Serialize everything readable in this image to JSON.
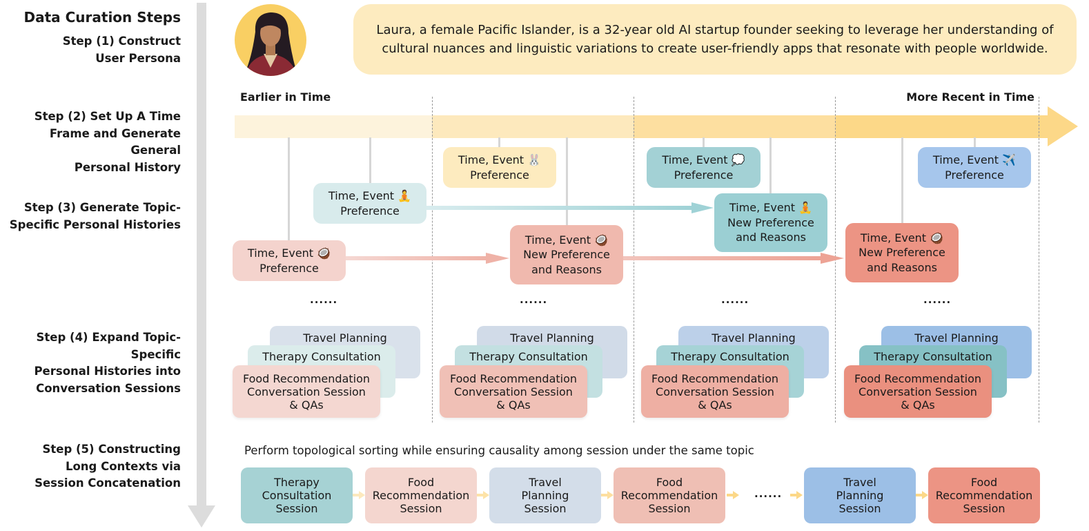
{
  "title": "Data Curation Steps",
  "steps": [
    [
      "Step (1) Construct",
      "User Persona"
    ],
    [
      "Step (2) Set Up A Time",
      "Frame and Generate General",
      "Personal History"
    ],
    [
      "Step (3) Generate Topic-",
      "Specific Personal Histories"
    ],
    [
      "Step (4) Expand Topic-Specific",
      "Personal Histories into",
      "Conversation Sessions"
    ],
    [
      "Step (5) Constructing",
      "Long Contexts via",
      "Session Concatenation"
    ]
  ],
  "persona": {
    "line1": "Laura, a female Pacific Islander, is a 32-year old AI startup founder seeking to leverage her understanding of",
    "line2": "cultural nuances and linguistic variations to create user-friendly apps that resonate with people worldwide."
  },
  "timeline": {
    "earlier": "Earlier in Time",
    "recent": "More Recent in Time"
  },
  "events": {
    "e1": [
      "Time, Event 🐰",
      "Preference"
    ],
    "e2": [
      "Time, Event 💭",
      "Preference"
    ],
    "e3": [
      "Time, Event ✈️",
      "Preference"
    ],
    "e4": [
      "Time, Event 🧘",
      "Preference"
    ],
    "e5": [
      "Time, Event 🧘",
      "New Preference",
      "and Reasons"
    ],
    "e6": [
      "Time, Event 🥥",
      "Preference"
    ],
    "e7": [
      "Time, Event 🥥",
      "New Preference",
      "and Reasons"
    ],
    "e8": [
      "Time, Event 🥥",
      "New Preference",
      "and Reasons"
    ]
  },
  "ellipsis": "......",
  "cards": {
    "travel": "Travel Planning",
    "therapy": "Therapy Consultation",
    "food": [
      "Food Recommendation",
      "Conversation Session",
      "& QAs"
    ]
  },
  "topo_text": "Perform topological sorting while ensuring causality among session under the same topic",
  "sessions": [
    [
      "Therapy",
      "Consultation",
      "Session"
    ],
    [
      "Food",
      "Recommendation",
      "Session"
    ],
    [
      "Travel",
      "Planning",
      "Session"
    ],
    [
      "Food",
      "Recommendation",
      "Session"
    ],
    [
      "Travel",
      "Planning",
      "Session"
    ],
    [
      "Food",
      "Recommendation",
      "Session"
    ]
  ],
  "colors": {
    "persona_bg": "#fdebbf",
    "timeline": "#fcd888",
    "travel": "#9cbfe6",
    "therapy": "#8cc6ca",
    "food": "#ec9484",
    "arrow_gray": "#dcdcdc"
  }
}
